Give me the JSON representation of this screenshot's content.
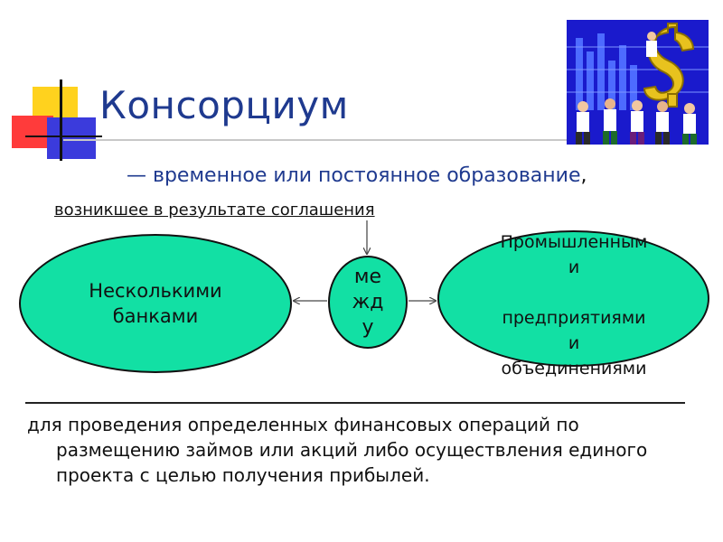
{
  "slide": {
    "title": "Консорциум",
    "definition": {
      "line1": "— временное или постоянное образование",
      "line1_end": ",",
      "line2": "возникшее в результате соглашения"
    },
    "diagram": {
      "left_node": "Несколькими банками",
      "middle_node": "ме\nжд\nу",
      "right_node": "Промышленным\nи\n\nпредприятиями\nи\nобъединениями"
    },
    "purpose": {
      "line1": "для проведения определенных финансовых операций по",
      "rest": "размещению займов или акций либо осуществления единого проекта с целью получения прибылей."
    }
  },
  "colors": {
    "title": "#1f3a8f",
    "ellipse_fill": "#12e0a4",
    "accent_yellow": "#ffd21e",
    "accent_red": "#ff3b3b",
    "accent_blue": "#3b3bdc"
  }
}
